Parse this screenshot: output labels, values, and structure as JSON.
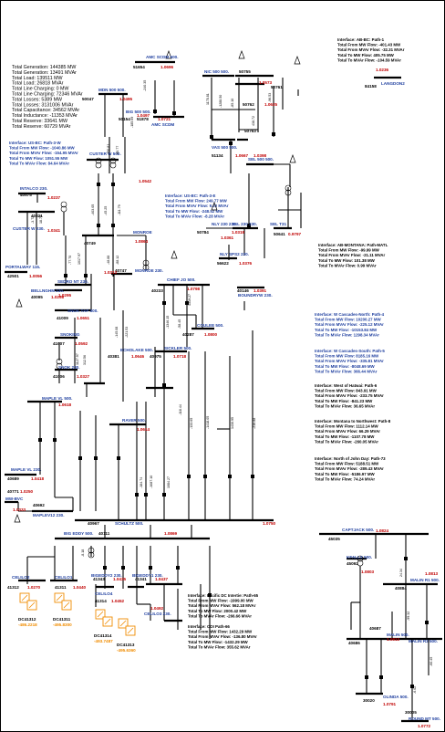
{
  "colors": {
    "bus": "#000000",
    "label_blue": "#1f3f9f",
    "voltage_red": "#c00000",
    "generator": "#f08c00"
  },
  "system_summary": [
    "Total Generation:  144385 MW",
    "Total Generation:  13491 MVAr",
    "Total Load:  139511 MW",
    "Total Load:  26818 MVAr",
    "Total Line Charging:  0 MW",
    "Total Line Charging:  72346 MVAr",
    "Total Losses:  5389 MW",
    "Total Losses:  3131006 MVAr",
    "Total Capacitance:  34562 MVAr",
    "Total Inductance:  -11353 MVAr",
    "Total Reserve:  33641 MW",
    "Total Reserve:  60729 MVAr"
  ],
  "interfaces": [
    {
      "id": "us-bc-path3w",
      "title": "Interface:  US-BC: Path-3-W",
      "lines": [
        "Total From MW Flow:  -1040.86 MW",
        "Total From MVAr Flow:  -154.95 MVAr",
        "Total To MW Flow:  1051.55 MW",
        "Total To MVAr Flow:  84.64 MVAr"
      ]
    },
    {
      "id": "ab-bc",
      "title": "Interface:  AB-BC: Path-1",
      "lines": [
        "Total From MW Flow:  -401.43 MW",
        "Total From MVAr Flow:  -32.31 MVAr",
        "Total To MW Flow:  405.75 MW",
        "Total To MVAr Flow:  -104.59 MVAr"
      ]
    },
    {
      "id": "us-bc-path3e",
      "title": "Interface:  US-BC: Path-3-E",
      "lines": [
        "Total From MW Flow:  249.77 MW",
        "Total From MVAr Flow:  9.60 MVAr",
        "Total To MW Flow:  -248.52 MW",
        "Total To MVAr Flow:  -8.28 MVAr"
      ]
    },
    {
      "id": "ab-montana",
      "title": "Interface:  AB-MONTANA: Path-MATL",
      "lines": [
        "Total From MW Flow:  -99.99 MW",
        "Total From MVAr Flow:  -21.11 MVAr",
        "Total To MW Flow:  101.38 MW",
        "Total To MVAr Flow:  0.99 MVAr"
      ]
    },
    {
      "id": "w-cascades-north",
      "title": "Interface:  W Cascades-North: Path-4",
      "lines": [
        "Total From MW Flow:  10200.27 MW",
        "Total From MVAr Flow:  -225.12 MVAr",
        "Total To MW Flow:  -10153.84 MW",
        "Total To MVAr Flow:  1298.34 MVAr"
      ]
    },
    {
      "id": "w-cascades-south",
      "title": "Interface:  W Cascades-South: Path-5",
      "lines": [
        "Total From MW Flow:  8185.16 MW",
        "Total From MVAr Flow:  -335.81 MVAr",
        "Total To MW Flow:  -8048.69 MW",
        "Total To MVAr Flow:  366.44 MVAr"
      ]
    },
    {
      "id": "west-of-hatwai",
      "title": "Interface:  West of Hatwai: Path-6",
      "lines": [
        "Total From MW Flow:  843.91 MW",
        "Total From MVAr Flow:  -233.75 MVAr",
        "Total To MW Flow:  -841.23 MW",
        "Total To MVAr Flow:  36.65 MVAr"
      ]
    },
    {
      "id": "montana-northwest",
      "title": "Interface:  Montana to Northwest: Path-8",
      "lines": [
        "Total From MW Flow:  1112.14 MW",
        "Total From MVAr Flow:  66.29 MVAr",
        "Total To MW Flow:  -1107.78 MW",
        "Total To MVAr Flow:  -260.05 MVAr"
      ]
    },
    {
      "id": "north-of-john-day",
      "title": "Interface:  North of John Day: Path-73",
      "lines": [
        "Total From MW Flow:  5188.51 MW",
        "Total From MVAr Flow:  -289.43 MVAr",
        "Total To MW Flow:  -5186.97 MW",
        "Total To MVAr Flow:  74.24 MVAr"
      ]
    },
    {
      "id": "pacific-dc",
      "title": "Interface:  Pacific DC Intertie: Path-65",
      "lines": [
        "Total From MW Flow:  -1999.00 MW",
        "Total From MVAr Flow:  562.18 MVAr",
        "Total To MW Flow:  2000.42 MW",
        "Total To MVAr Flow:  -266.66 MVAr"
      ]
    },
    {
      "id": "coi",
      "title": "Interface:  COI Path-66",
      "lines": [
        "Total From MW Flow:  1432.29 MW",
        "Total From MVAr Flow:  -136.80 MVAr",
        "Total To MW Flow:  -1432.29 MW",
        "Total To MVAr Flow:  355.62 MVAr"
      ]
    }
  ],
  "buses": [
    {
      "id": "amc-scdm",
      "name": "AMC SCDM",
      "kv": "500.",
      "num": "51654",
      "pu": "1.0696"
    },
    {
      "id": "mdn-500",
      "name": "MDN 500",
      "kv": "500.",
      "num": "50047",
      "pu": "1.0495"
    },
    {
      "id": "nic-500",
      "name": "NIC 500",
      "kv": "500.",
      "num": "50755",
      "pu": "1.0573"
    },
    {
      "id": "amc-scdm-low",
      "name": "AMC SCDM",
      "kv": "",
      "num": "51878",
      "pu": "1.0721"
    },
    {
      "id": "big-500",
      "name": "BIG 500",
      "kv": "500.",
      "num": "50154",
      "pu": "1.0497"
    },
    {
      "id": "vas-500",
      "name": "VAS 500",
      "kv": "500.",
      "num": "51134",
      "pu": "1.0667"
    },
    {
      "id": "bus-50762",
      "name": "",
      "kv": "",
      "num": "50762",
      "pu": "1.0625"
    },
    {
      "id": "bus-50761",
      "name": "",
      "kv": "",
      "num": "50761",
      "pu": ""
    },
    {
      "id": "bus-50763",
      "name": "",
      "kv": "",
      "num": "50763",
      "pu": ""
    },
    {
      "id": "sel-500",
      "name": "SEL 500",
      "kv": "500.",
      "num": "",
      "pu": "1.0398"
    },
    {
      "id": "langdon",
      "name": "LANGDON2",
      "kv": "",
      "num": "84158",
      "pu": "1.0236"
    },
    {
      "id": "custer-w-500",
      "name": "CUSTER W",
      "kv": "500.",
      "num": "",
      "pu": "1.0542"
    },
    {
      "id": "intalco",
      "name": "INTALCO",
      "kv": "230.",
      "num": "40575",
      "pu": "1.0237"
    },
    {
      "id": "custer-w-230",
      "name": "CUSTER W",
      "kv": "230.",
      "num": "40321",
      "pu": "1.0341"
    },
    {
      "id": "monroe-500",
      "name": "MONROE",
      "kv": "",
      "num": "40749",
      "pu": "1.0864"
    },
    {
      "id": "monroe-230",
      "name": "MONROE",
      "kv": "230.",
      "num": "40747",
      "pu": "1.0313"
    },
    {
      "id": "portal-way",
      "name": "PORTALWAY",
      "kv": "115.",
      "num": "42501",
      "pu": "1.0056"
    },
    {
      "id": "sedro-nt",
      "name": "SEDRO NT",
      "kv": "230.",
      "num": "",
      "pu": "1.0295"
    },
    {
      "id": "bellingham",
      "name": "BELLNGHM",
      "kv": "230.",
      "num": "40095",
      "pu": "1.0298"
    },
    {
      "id": "sel-230",
      "name": "SEL 230",
      "kv": "230.",
      "num": "",
      "pu": "1.0319"
    },
    {
      "id": "nly-230",
      "name": "NLY 230",
      "kv": "230.",
      "num": "50784",
      "pu": "1.0361"
    },
    {
      "id": "sel-t1",
      "name": "SEL T31",
      "kv": "",
      "num": "50641",
      "pu": "0.9797"
    },
    {
      "id": "nly-sps2",
      "name": "NLY SPS2",
      "kv": "230.",
      "num": "56622",
      "pu": "1.0376"
    },
    {
      "id": "chief-jo",
      "name": "CHIEF JO",
      "kv": "500.",
      "num": "40233",
      "pu": "1.0798"
    },
    {
      "id": "boundary",
      "name": "BOUNDRYW",
      "kv": "230.",
      "num": "40146",
      "pu": "1.0391"
    },
    {
      "id": "snok-tap",
      "name": "SNOK TAP",
      "kv": "500.",
      "num": "41009",
      "pu": "1.0651"
    },
    {
      "id": "snoking",
      "name": "SNOKING",
      "kv": "",
      "num": "41007",
      "pu": "1.0592"
    },
    {
      "id": "snok-230",
      "name": "SNOK",
      "kv": "230.",
      "num": "41006",
      "pu": "1.0327"
    },
    {
      "id": "coulee",
      "name": "COULEE",
      "kv": "500.",
      "num": "40287",
      "pu": "1.0800"
    },
    {
      "id": "echolake",
      "name": "ECHOLAKE",
      "kv": "500.",
      "num": "40381",
      "pu": "1.0646"
    },
    {
      "id": "schultz-sickler",
      "name": "SICKLER",
      "kv": "500.",
      "num": "40975",
      "pu": "1.0718"
    },
    {
      "id": "maple-vl",
      "name": "MAPLE VL",
      "kv": "500.",
      "num": "",
      "pu": "1.0618"
    },
    {
      "id": "raver",
      "name": "RAVER",
      "kv": "500.",
      "num": "",
      "pu": "1.0614"
    },
    {
      "id": "maple-vl-230",
      "name": "MAPLE VL",
      "kv": "230.",
      "num": "40689",
      "pu": "1.0418"
    },
    {
      "id": "mw-bvc",
      "name": "MW-BVC",
      "kv": "",
      "num": "40771",
      "pu": "1.0250"
    },
    {
      "id": "maplev12",
      "name": "MAPLEV12",
      "kv": "230.",
      "num": "40692",
      "pu": "1.0333"
    },
    {
      "id": "schultz",
      "name": "SCHULTZ",
      "kv": "500.",
      "num": "40967",
      "pu": "1.0750"
    },
    {
      "id": "big-eddy",
      "name": "BIG EDDY",
      "kv": "500.",
      "num": "40111",
      "pu": "1.0869"
    },
    {
      "id": "celilo2",
      "name": "CELILO2",
      "kv": "",
      "num": "41312",
      "pu": "1.0270"
    },
    {
      "id": "celilo1",
      "name": "CELILO1",
      "kv": "",
      "num": "41311",
      "pu": "1.0440"
    },
    {
      "id": "bigeddy2",
      "name": "BIGEDDY2",
      "kv": "230.",
      "num": "41343",
      "pu": "1.0435"
    },
    {
      "id": "bigeddy1",
      "name": "BIGEDDY1",
      "kv": "230.",
      "num": "41341",
      "pu": "1.0437"
    },
    {
      "id": "celilo4",
      "name": "CELILO4",
      "kv": "",
      "num": "41314",
      "pu": "1.0452"
    },
    {
      "id": "celilo3",
      "name": "CELILO3",
      "kv": "230.",
      "num": "",
      "pu": "1.0492"
    },
    {
      "id": "captjack",
      "name": "CAPTJACK",
      "kv": "500.",
      "num": "45035",
      "pu": "1.0824"
    },
    {
      "id": "kfalls",
      "name": "KFALLS",
      "kv": "500.",
      "num": "45092",
      "pu": "1.0803"
    },
    {
      "id": "malin-r1",
      "name": "MALIN R1",
      "kv": "500.",
      "num": "40884",
      "pu": "1.0813"
    },
    {
      "id": "malin",
      "name": "MALIN",
      "kv": "500.",
      "num": "40687",
      "pu": "1.0813"
    },
    {
      "id": "malin-r3",
      "name": "MALIN R3",
      "kv": "500.",
      "num": "",
      "pu": ""
    },
    {
      "id": "olinda",
      "name": "OLINDA",
      "kv": "500.",
      "num": "30020",
      "pu": "1.0791"
    },
    {
      "id": "round-mt",
      "name": "ROUND MT",
      "kv": "500.",
      "num": "30005",
      "pu": "1.0772"
    },
    {
      "id": "bus-40686",
      "name": "",
      "kv": "",
      "num": "40686",
      "pu": ""
    }
  ],
  "dc_terminals": [
    {
      "id": "dc41312",
      "name": "DC41312",
      "value": "-486.2218"
    },
    {
      "id": "dc41311",
      "name": "DC41311",
      "value": "-495.8300"
    },
    {
      "id": "dc41314",
      "name": "DC41314",
      "value": "-493.7487"
    },
    {
      "id": "dc41313",
      "name": "DC41313",
      "value": "-495.6360"
    }
  ],
  "flows": [
    {
      "id": "f1",
      "text": "-240.35"
    },
    {
      "id": "f2",
      "text": "-185.69"
    },
    {
      "id": "f3",
      "text": "1178.81"
    },
    {
      "id": "f4",
      "text": "-1288.50"
    },
    {
      "id": "f5",
      "text": "-85.10"
    },
    {
      "id": "f6",
      "text": "438.72"
    },
    {
      "id": "f7",
      "text": "-96.53"
    },
    {
      "id": "f8",
      "text": "-450.81"
    },
    {
      "id": "f9",
      "text": "-60.77"
    },
    {
      "id": "f10",
      "text": "-111.79"
    },
    {
      "id": "f11",
      "text": "-45.25"
    },
    {
      "id": "f12",
      "text": "-403.05"
    },
    {
      "id": "f13",
      "text": "-3.72"
    },
    {
      "id": "f14",
      "text": "18.79"
    },
    {
      "id": "f15",
      "text": "1017.97"
    },
    {
      "id": "f16",
      "text": "-77.70"
    },
    {
      "id": "f17",
      "text": "-48.88"
    },
    {
      "id": "f18",
      "text": "-88.12"
    },
    {
      "id": "f19",
      "text": "1127.97"
    },
    {
      "id": "f20",
      "text": "312.56"
    },
    {
      "id": "f21",
      "text": "-145.08"
    },
    {
      "id": "f22",
      "text": "-221.53"
    },
    {
      "id": "f23",
      "text": "-1346.15"
    },
    {
      "id": "f24",
      "text": "-58.45"
    },
    {
      "id": "f25",
      "text": "1319.27"
    },
    {
      "id": "f26",
      "text": "-118.44"
    },
    {
      "id": "f27",
      "text": "-1087.10"
    },
    {
      "id": "f28",
      "text": "-184.74"
    },
    {
      "id": "f29",
      "text": "1084.27"
    },
    {
      "id": "f30",
      "text": "-133.65"
    },
    {
      "id": "f31",
      "text": "-1418.05"
    },
    {
      "id": "f32",
      "text": "1430.95"
    },
    {
      "id": "f33",
      "text": "-216.88"
    },
    {
      "id": "f34",
      "text": "-8.18"
    },
    {
      "id": "f35",
      "text": "24.34"
    },
    {
      "id": "f36",
      "text": "-99.32"
    },
    {
      "id": "f37",
      "text": "-6.02"
    },
    {
      "id": "f38",
      "text": "-60.45"
    }
  ]
}
